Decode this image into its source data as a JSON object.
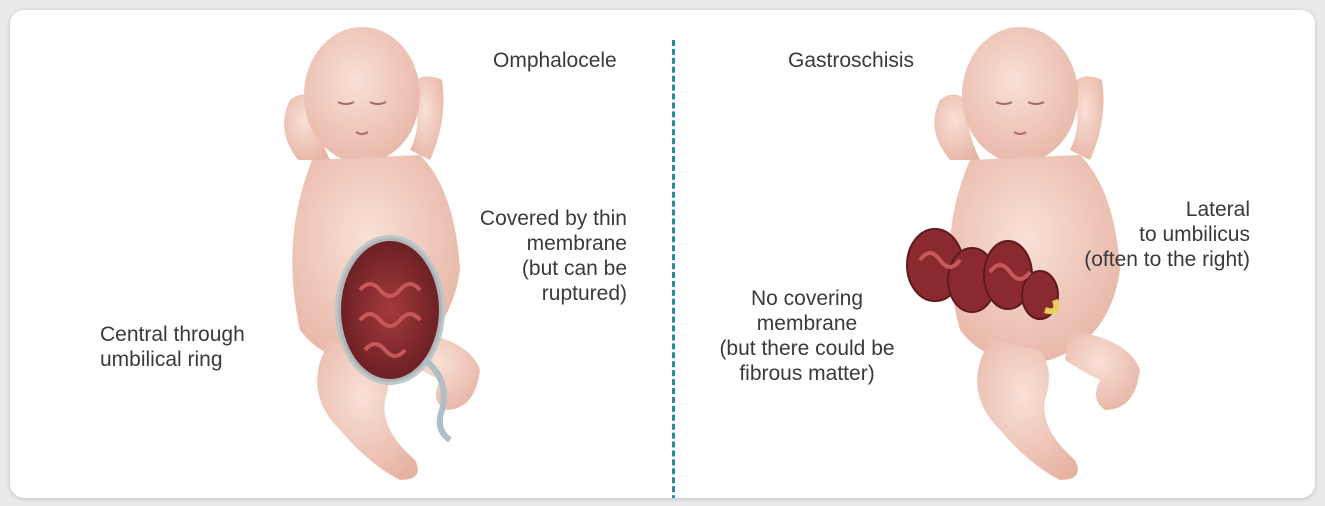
{
  "left_panel": {
    "title": "Omphalocele",
    "covering_label": [
      "Covered by thin",
      "membrane",
      "(but can be",
      "ruptured)"
    ],
    "location_label": [
      "Central through",
      "umbilical ring"
    ]
  },
  "right_panel": {
    "title": "Gastroschisis",
    "location_label": [
      "Lateral",
      "to umbilicus",
      "(often to the right)"
    ],
    "covering_label": [
      "No covering",
      "membrane",
      "(but there could be",
      "fibrous matter)"
    ]
  },
  "colors": {
    "divider": "#2a8aa5",
    "skin": "#f3cfc3",
    "skin_shadow": "#e2a999",
    "intestine": "#8a2a2e",
    "membrane": "#cfd8dc",
    "text": "#3a3a3a"
  },
  "illustrations": [
    "infant-omphalocele-illustration",
    "infant-gastroschisis-illustration"
  ]
}
